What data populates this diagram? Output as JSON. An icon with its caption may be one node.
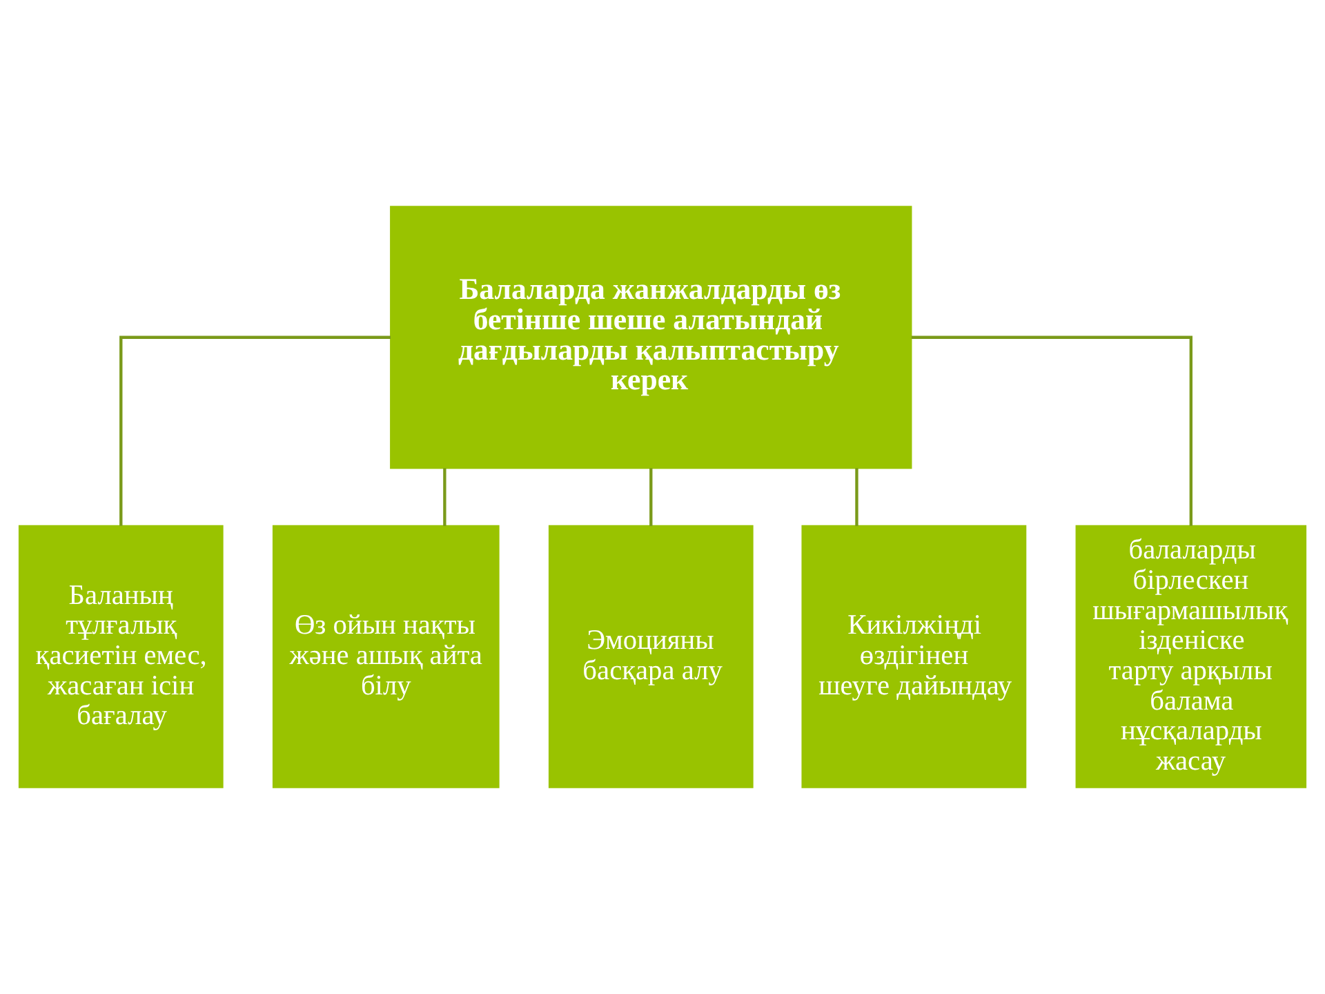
{
  "diagram": {
    "nodes": [
      {
        "text": [
          "Балаларда жанжалдарды өз бетінше шеше алатындай дағдыларды қалыптастыру керек"
        ]
      },
      {
        "text": [
          "Баланың тұлғалық қасиетін емес, жасаған ісін бағалау"
        ]
      },
      {
        "text": [
          "Өз ойын нақты және ашық айта білу"
        ]
      },
      {
        "text": [
          "Эмоцияны басқара алу"
        ]
      },
      {
        "text": [
          "Кикілжіңді өздігінен шеуге дайындау"
        ]
      },
      {
        "text": [
          "балаларды бірлескен шығармашылық ізденіске тарту арқылы балама нұсқаларды жасау"
        ]
      }
    ],
    "edges": [
      {
        "from": 0,
        "to": 1,
        "arrow": "none"
      },
      {
        "from": 0,
        "to": 2,
        "arrow": "none"
      },
      {
        "from": 0,
        "to": 3,
        "arrow": "none"
      },
      {
        "from": 0,
        "to": 4,
        "arrow": "none"
      },
      {
        "from": 0,
        "to": 5,
        "arrow": "none"
      }
    ]
  }
}
